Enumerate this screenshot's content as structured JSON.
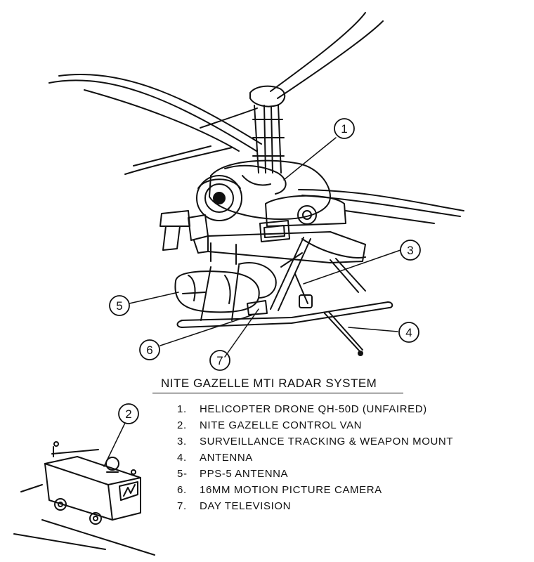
{
  "figure": {
    "title": "NITE GAZELLE MTI RADAR SYSTEM",
    "legend": [
      {
        "number": "1.",
        "label": "HELICOPTER DRONE QH-50D (UNFAIRED)"
      },
      {
        "number": "2.",
        "label": "NITE GAZELLE CONTROL VAN"
      },
      {
        "number": "3.",
        "label": "SURVEILLANCE TRACKING & WEAPON MOUNT"
      },
      {
        "number": "4.",
        "label": "ANTENNA"
      },
      {
        "number": "5-",
        "label": "PPS-5 ANTENNA"
      },
      {
        "number": "6.",
        "label": "16MM MOTION PICTURE CAMERA"
      },
      {
        "number": "7.",
        "label": "DAY TELEVISION"
      }
    ],
    "callouts": {
      "c1": "1",
      "c2": "2",
      "c3": "3",
      "c4": "4",
      "c5": "5",
      "c6": "6",
      "c7": "7"
    }
  }
}
